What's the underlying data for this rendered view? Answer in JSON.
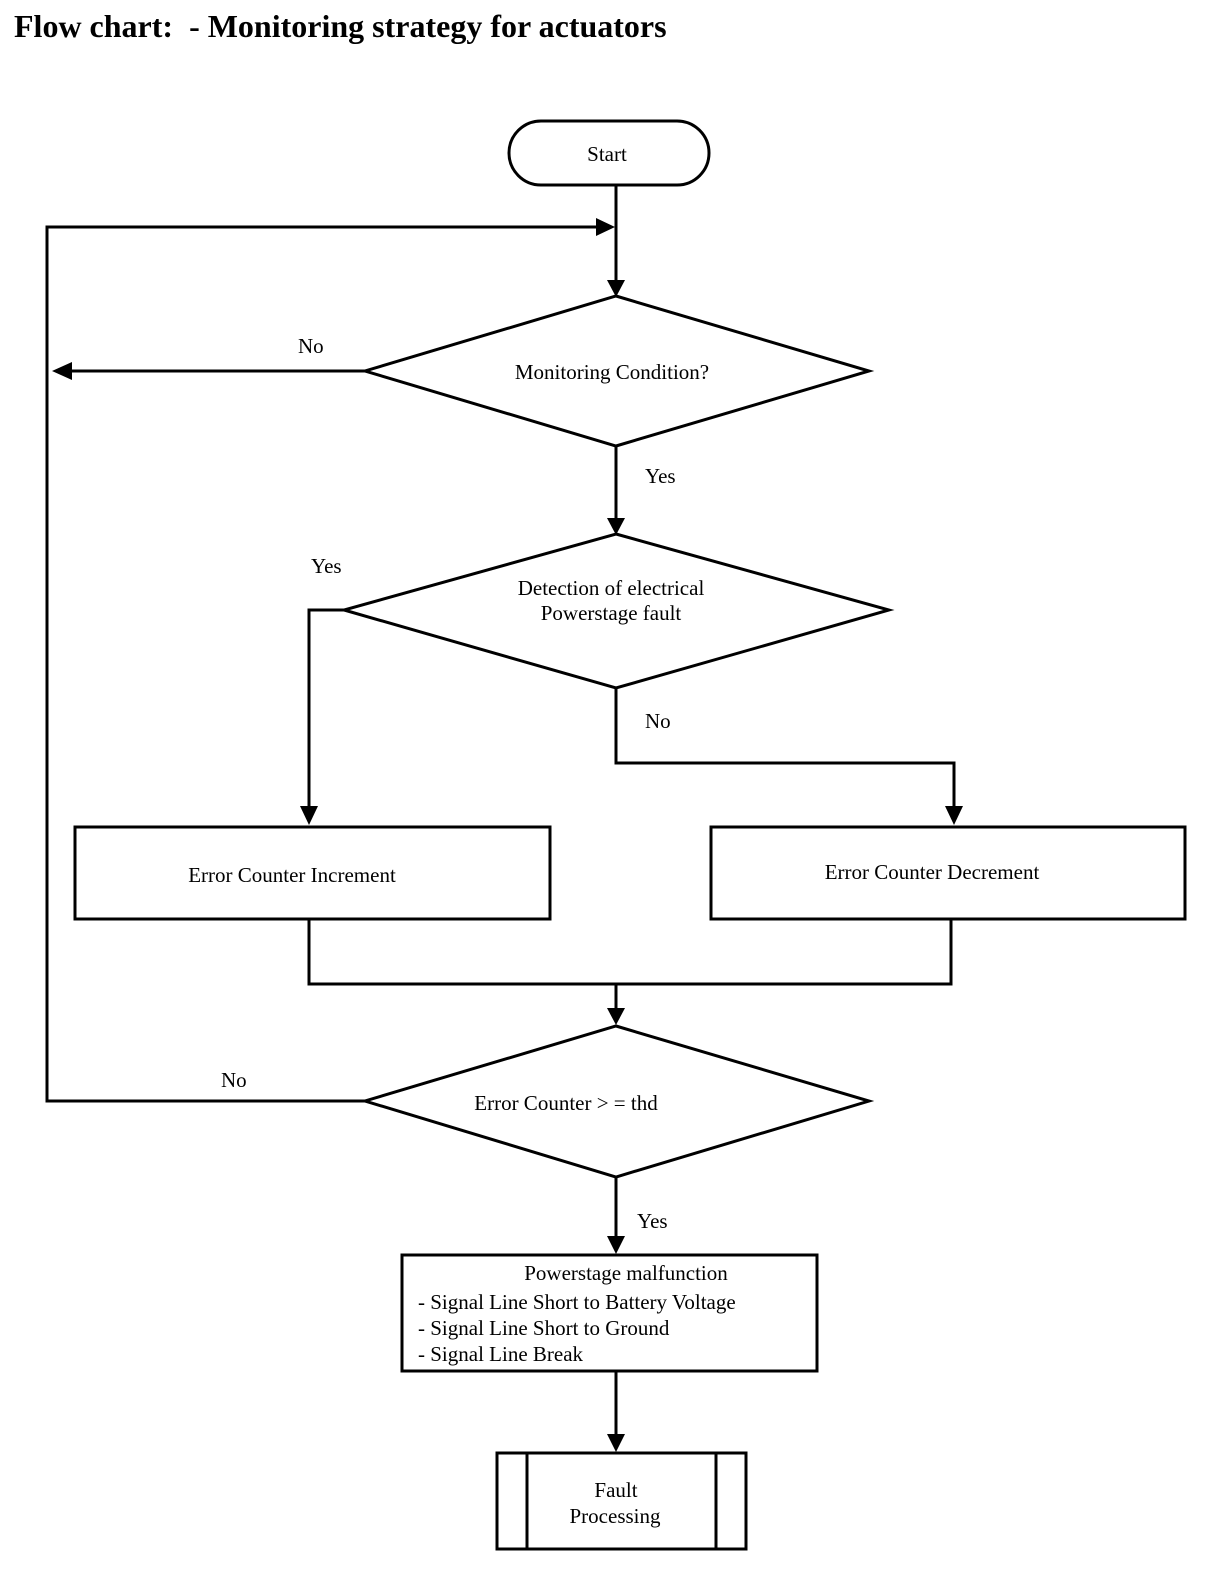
{
  "title": "Flow chart:  - Monitoring strategy for actuators",
  "nodes": {
    "start": "Start",
    "monitoring_condition": "Monitoring Condition?",
    "detection_line1": "Detection of electrical",
    "detection_line2": "Powerstage fault",
    "increment": "Error Counter Increment",
    "decrement": "Error Counter Decrement",
    "threshold": "Error Counter > = thd",
    "malfunction_title": "Powerstage malfunction",
    "malfunction_items": [
      "- Signal Line Short to Battery Voltage",
      "- Signal Line Short to Ground",
      "- Signal Line Break"
    ],
    "fault_line1": "Fault",
    "fault_line2": "Processing"
  },
  "edge_labels": {
    "monitoring_no": "No",
    "monitoring_yes": "Yes",
    "detection_yes": "Yes",
    "detection_no": "No",
    "threshold_no": "No",
    "threshold_yes": "Yes"
  }
}
